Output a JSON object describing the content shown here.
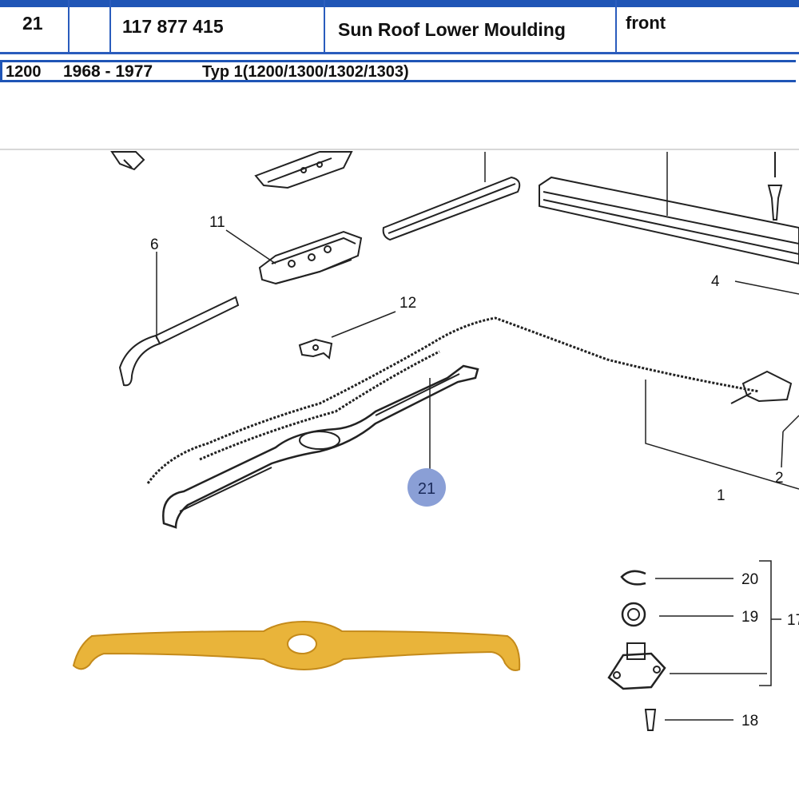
{
  "part_row": {
    "item_no": "21",
    "part_number": "117 877 415",
    "description": "Sun Roof Lower Moulding",
    "position": "front"
  },
  "model_row": {
    "model": "1200",
    "years": "1968 - 1977",
    "type": "Typ 1(1200/1300/1302/1303)"
  },
  "diagram": {
    "callouts": {
      "c6": "6",
      "c11": "11",
      "c12": "12",
      "c4": "4",
      "c2": "2",
      "c1": "1",
      "c20": "20",
      "c19": "19",
      "c17": "17",
      "c18": "18"
    },
    "highlight": {
      "label": "21",
      "color": "#8a9fd6"
    },
    "photo_color": "#e9b43a"
  }
}
